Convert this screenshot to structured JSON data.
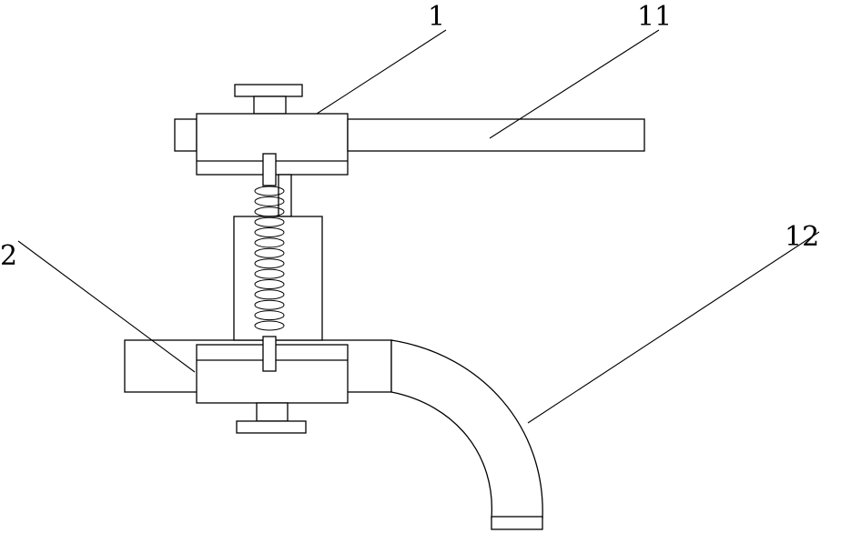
{
  "labels": {
    "part_1": "1",
    "part_11": "11",
    "part_2": "2",
    "part_12": "12"
  },
  "colors": {
    "line": "#000000",
    "background": "#ffffff"
  },
  "spring": {
    "coil_count": 14
  }
}
